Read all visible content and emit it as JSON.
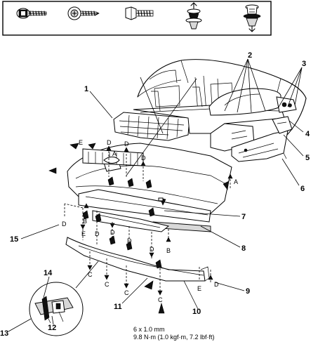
{
  "callouts": {
    "n1": "1",
    "n2": "2",
    "n3": "3",
    "n4": "4",
    "n5": "5",
    "n6": "6",
    "n7": "7",
    "n8": "8",
    "n9": "9",
    "n10": "10",
    "n11": "11",
    "n12": "12",
    "n13": "13",
    "n14": "14",
    "n15": "15"
  },
  "letters": {
    "a": "A",
    "b": "B",
    "c": "C",
    "d": "D",
    "e": "E"
  },
  "torque_spec": {
    "size": "6 x 1.0 mm",
    "torque": "9.8 N·m (1.0 kgf·m, 7.2 lbf·ft)"
  },
  "fastener_icons": [
    "flange-bolt-icon",
    "washer-screw-icon",
    "hex-bolt-icon",
    "push-clip-icon",
    "trim-clip-icon"
  ]
}
